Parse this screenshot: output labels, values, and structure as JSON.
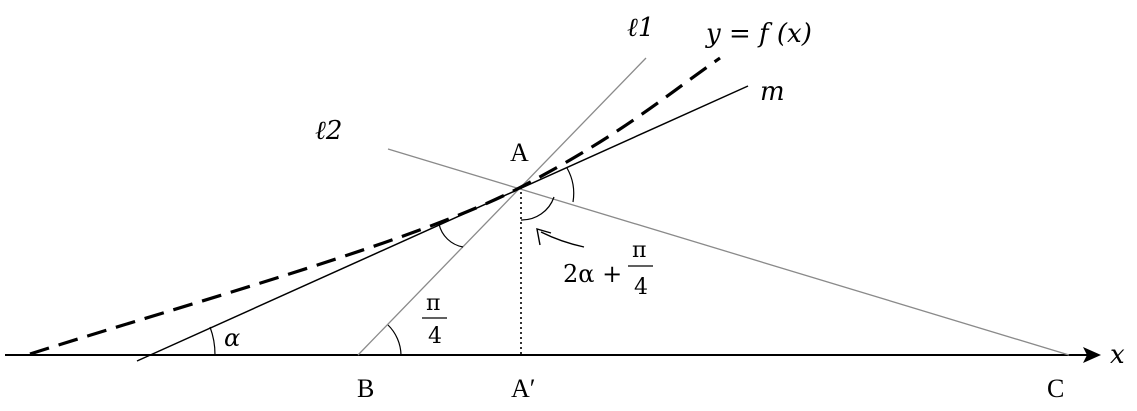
{
  "figure": {
    "labels": {
      "x_axis": "x",
      "curve": "y = f (x)",
      "line_l1": "ℓ1",
      "line_l2": "ℓ2",
      "line_m": "m",
      "point_A": "A",
      "point_B": "B",
      "point_A_prime": "A′",
      "point_C": "C",
      "angle_alpha": "α",
      "angle_pi_over_4_num": "π",
      "angle_pi_over_4_den": "4",
      "angle_sum_prefix": "2α +",
      "angle_sum_num": "π",
      "angle_sum_den": "4"
    },
    "colors": {
      "ink": "#000000",
      "thin_line": "#808080"
    }
  }
}
